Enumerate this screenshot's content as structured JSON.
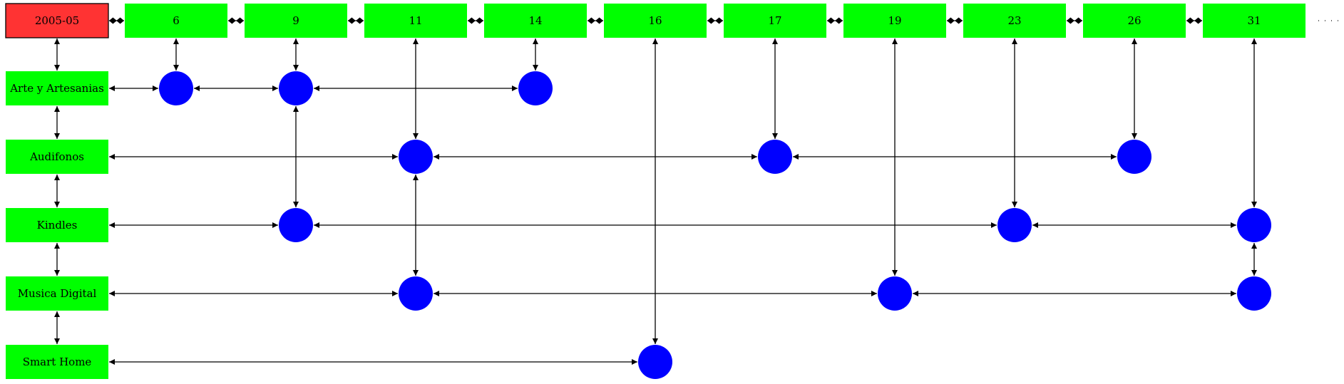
{
  "colors": {
    "root_fill": "#ff3333",
    "header_fill": "#00ff00",
    "category_fill": "#00ff00",
    "dot_fill": "#0000ff",
    "edge": "#000000"
  },
  "root": {
    "label": "2005-05"
  },
  "days": [
    "6",
    "9",
    "11",
    "14",
    "16",
    "17",
    "19",
    "23",
    "26",
    "31"
  ],
  "categories": [
    "Arte y Artesanias",
    "Audifonos",
    "Kindles",
    "Musica Digital",
    "Smart Home"
  ],
  "cells": {
    "Arte y Artesanias": [
      "6",
      "9",
      "14"
    ],
    "Audifonos": [
      "11",
      "17",
      "26"
    ],
    "Kindles": [
      "9",
      "23",
      "31"
    ],
    "Musica Digital": [
      "11",
      "19",
      "31"
    ],
    "Smart Home": [
      "16"
    ]
  },
  "column_links": [
    [
      "6",
      "Arte y Artesanias"
    ],
    [
      "9",
      "Arte y Artesanias"
    ],
    [
      "9",
      "Kindles"
    ],
    [
      "11",
      "Audifonos"
    ],
    [
      "11",
      "Musica Digital"
    ],
    [
      "14",
      "Arte y Artesanias"
    ],
    [
      "16",
      "Smart Home"
    ],
    [
      "17",
      "Audifonos"
    ],
    [
      "19",
      "Musica Digital"
    ],
    [
      "23",
      "Kindles"
    ],
    [
      "26",
      "Audifonos"
    ],
    [
      "31",
      "Kindles"
    ],
    [
      "31",
      "Musica Digital"
    ]
  ]
}
